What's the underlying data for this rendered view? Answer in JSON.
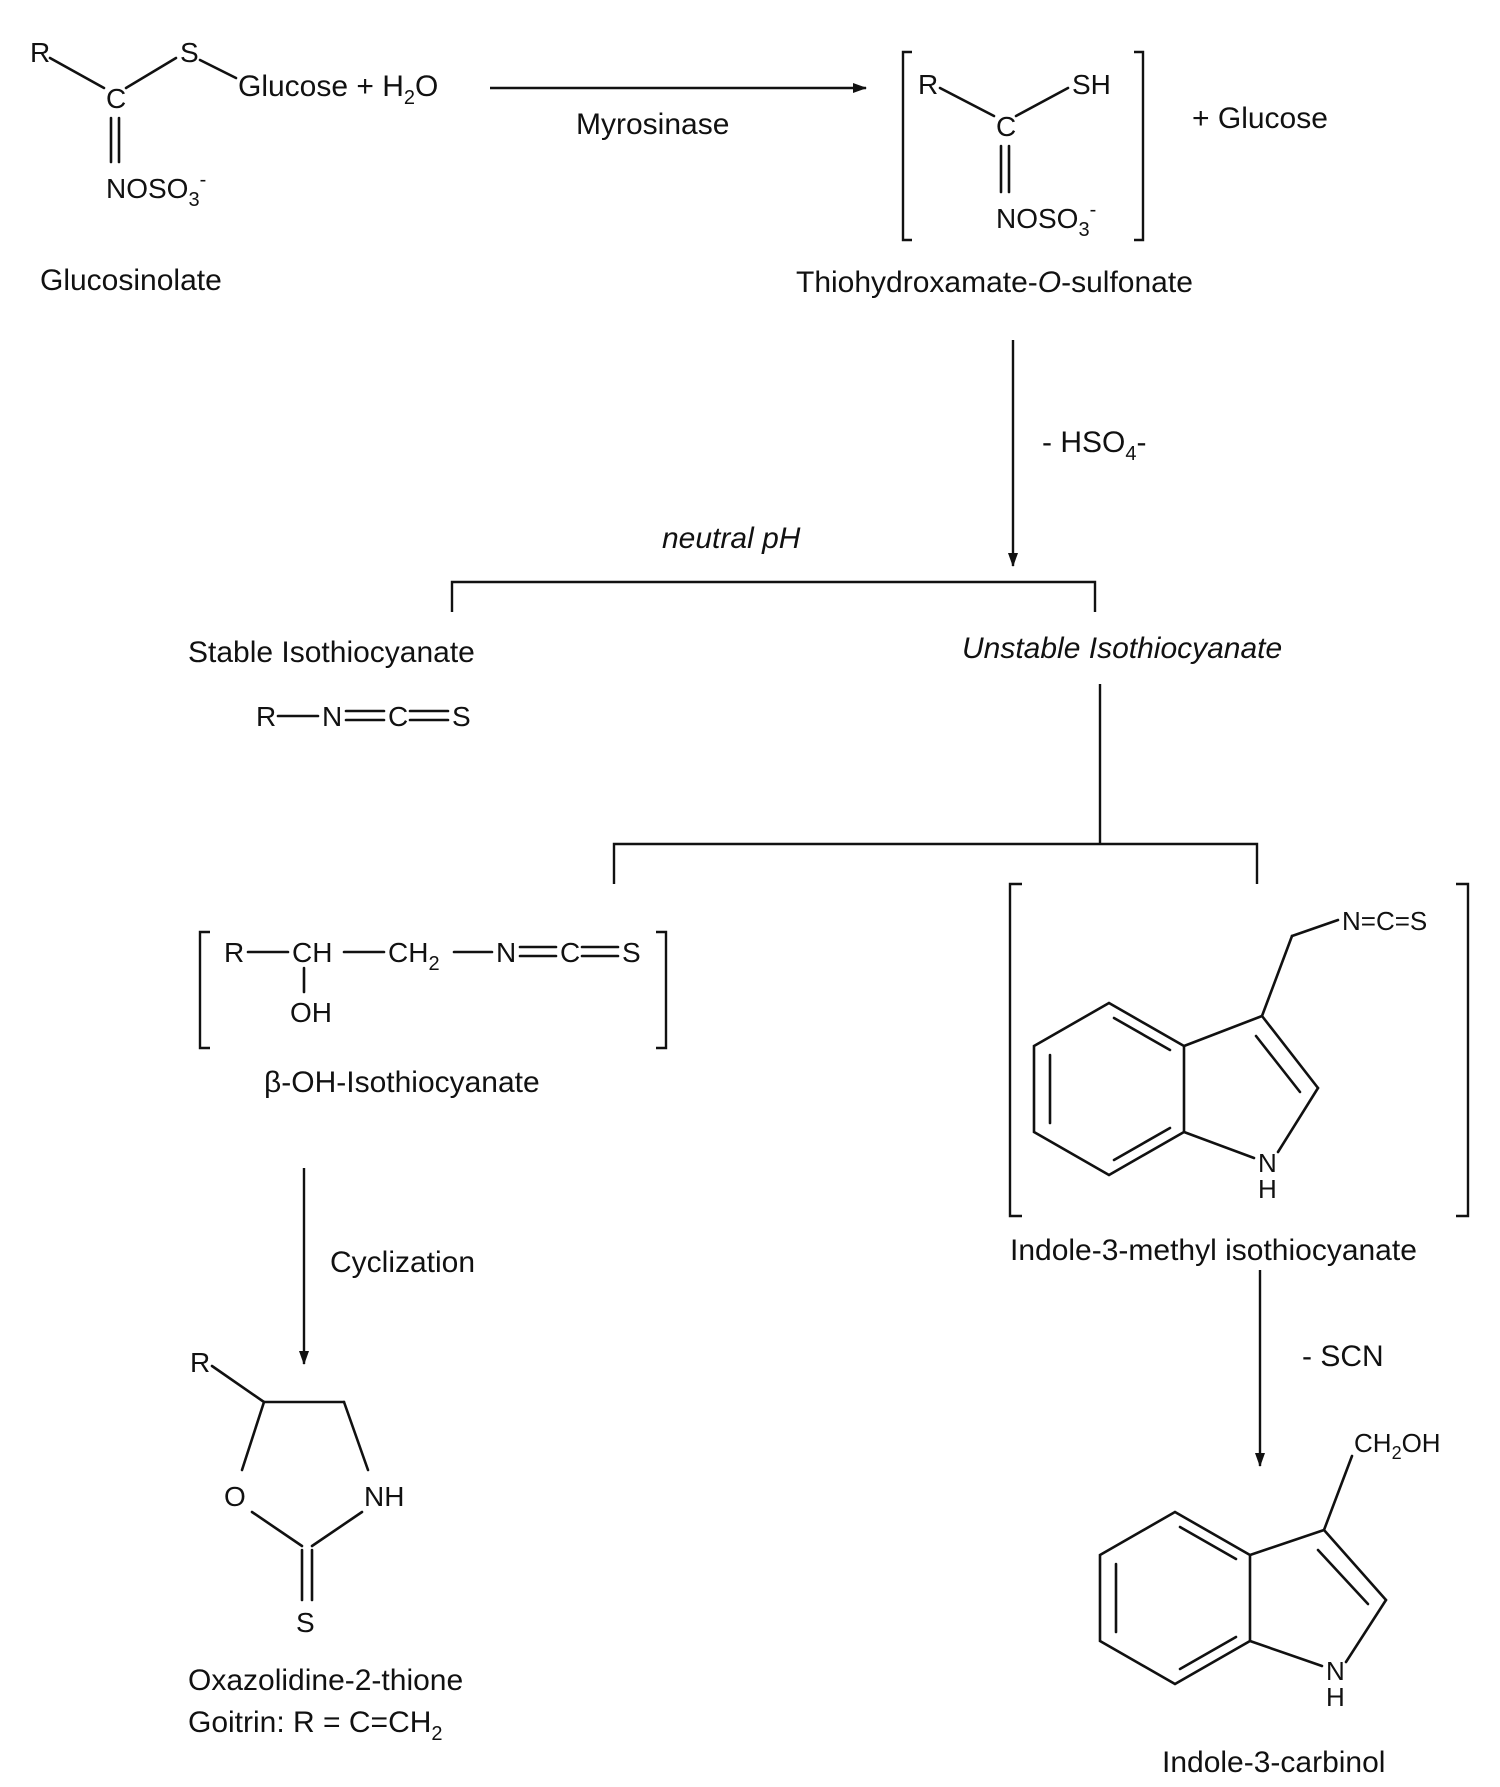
{
  "glucosinolate": {
    "R": "R",
    "C": "C",
    "S": "S",
    "glucose_h2o": {
      "prefix": "Glucose + H",
      "sub": "2",
      "suffix": "O"
    },
    "nosoa": {
      "base": "NOSO",
      "sub": "3",
      "sup": "-"
    },
    "name": "Glucosinolate"
  },
  "myrosinase": "Myrosinase",
  "thiohydroxamate": {
    "R": "R",
    "C": "C",
    "SH": "SH",
    "nosoa": {
      "base": "NOSO",
      "sub": "3",
      "sup": "-"
    },
    "plus_glucose": "+ Glucose",
    "name_a": "Thiohydroxamate-",
    "name_b": "O",
    "name_c": "-sulfonate"
  },
  "hso4": {
    "prefix": "- HSO",
    "sub": "4",
    "suffix": "-"
  },
  "neutral_ph": "neutral pH",
  "stable": {
    "name": "Stable Isothiocyanate",
    "R": "R",
    "N": "N",
    "C": "C",
    "S": "S"
  },
  "unstable": {
    "name": "Unstable Isothiocyanate"
  },
  "beta_oh": {
    "R": "R",
    "CH": "CH",
    "CH2": {
      "base": "CH",
      "sub": "2"
    },
    "N": "N",
    "C": "C",
    "S": "S",
    "OH": "OH",
    "name": "β-OH-Isothiocyanate"
  },
  "cyclization": "Cyclization",
  "oxazolidine": {
    "R": "R",
    "O": "O",
    "NH": "NH",
    "S": "S",
    "name": "Oxazolidine-2-thione",
    "goitrin": {
      "prefix": "Goitrin: R = C=CH",
      "sub": "2"
    }
  },
  "indole_methyl": {
    "NCS": "N=C=S",
    "N": "N",
    "H": "H",
    "name": "Indole-3-methyl isothiocyanate"
  },
  "scn": "- SCN",
  "carbinol": {
    "CH2OH": {
      "base": "CH",
      "sub": "2",
      "suffix": "OH"
    },
    "N": "N",
    "H": "H",
    "name": "Indole-3-carbinol"
  }
}
